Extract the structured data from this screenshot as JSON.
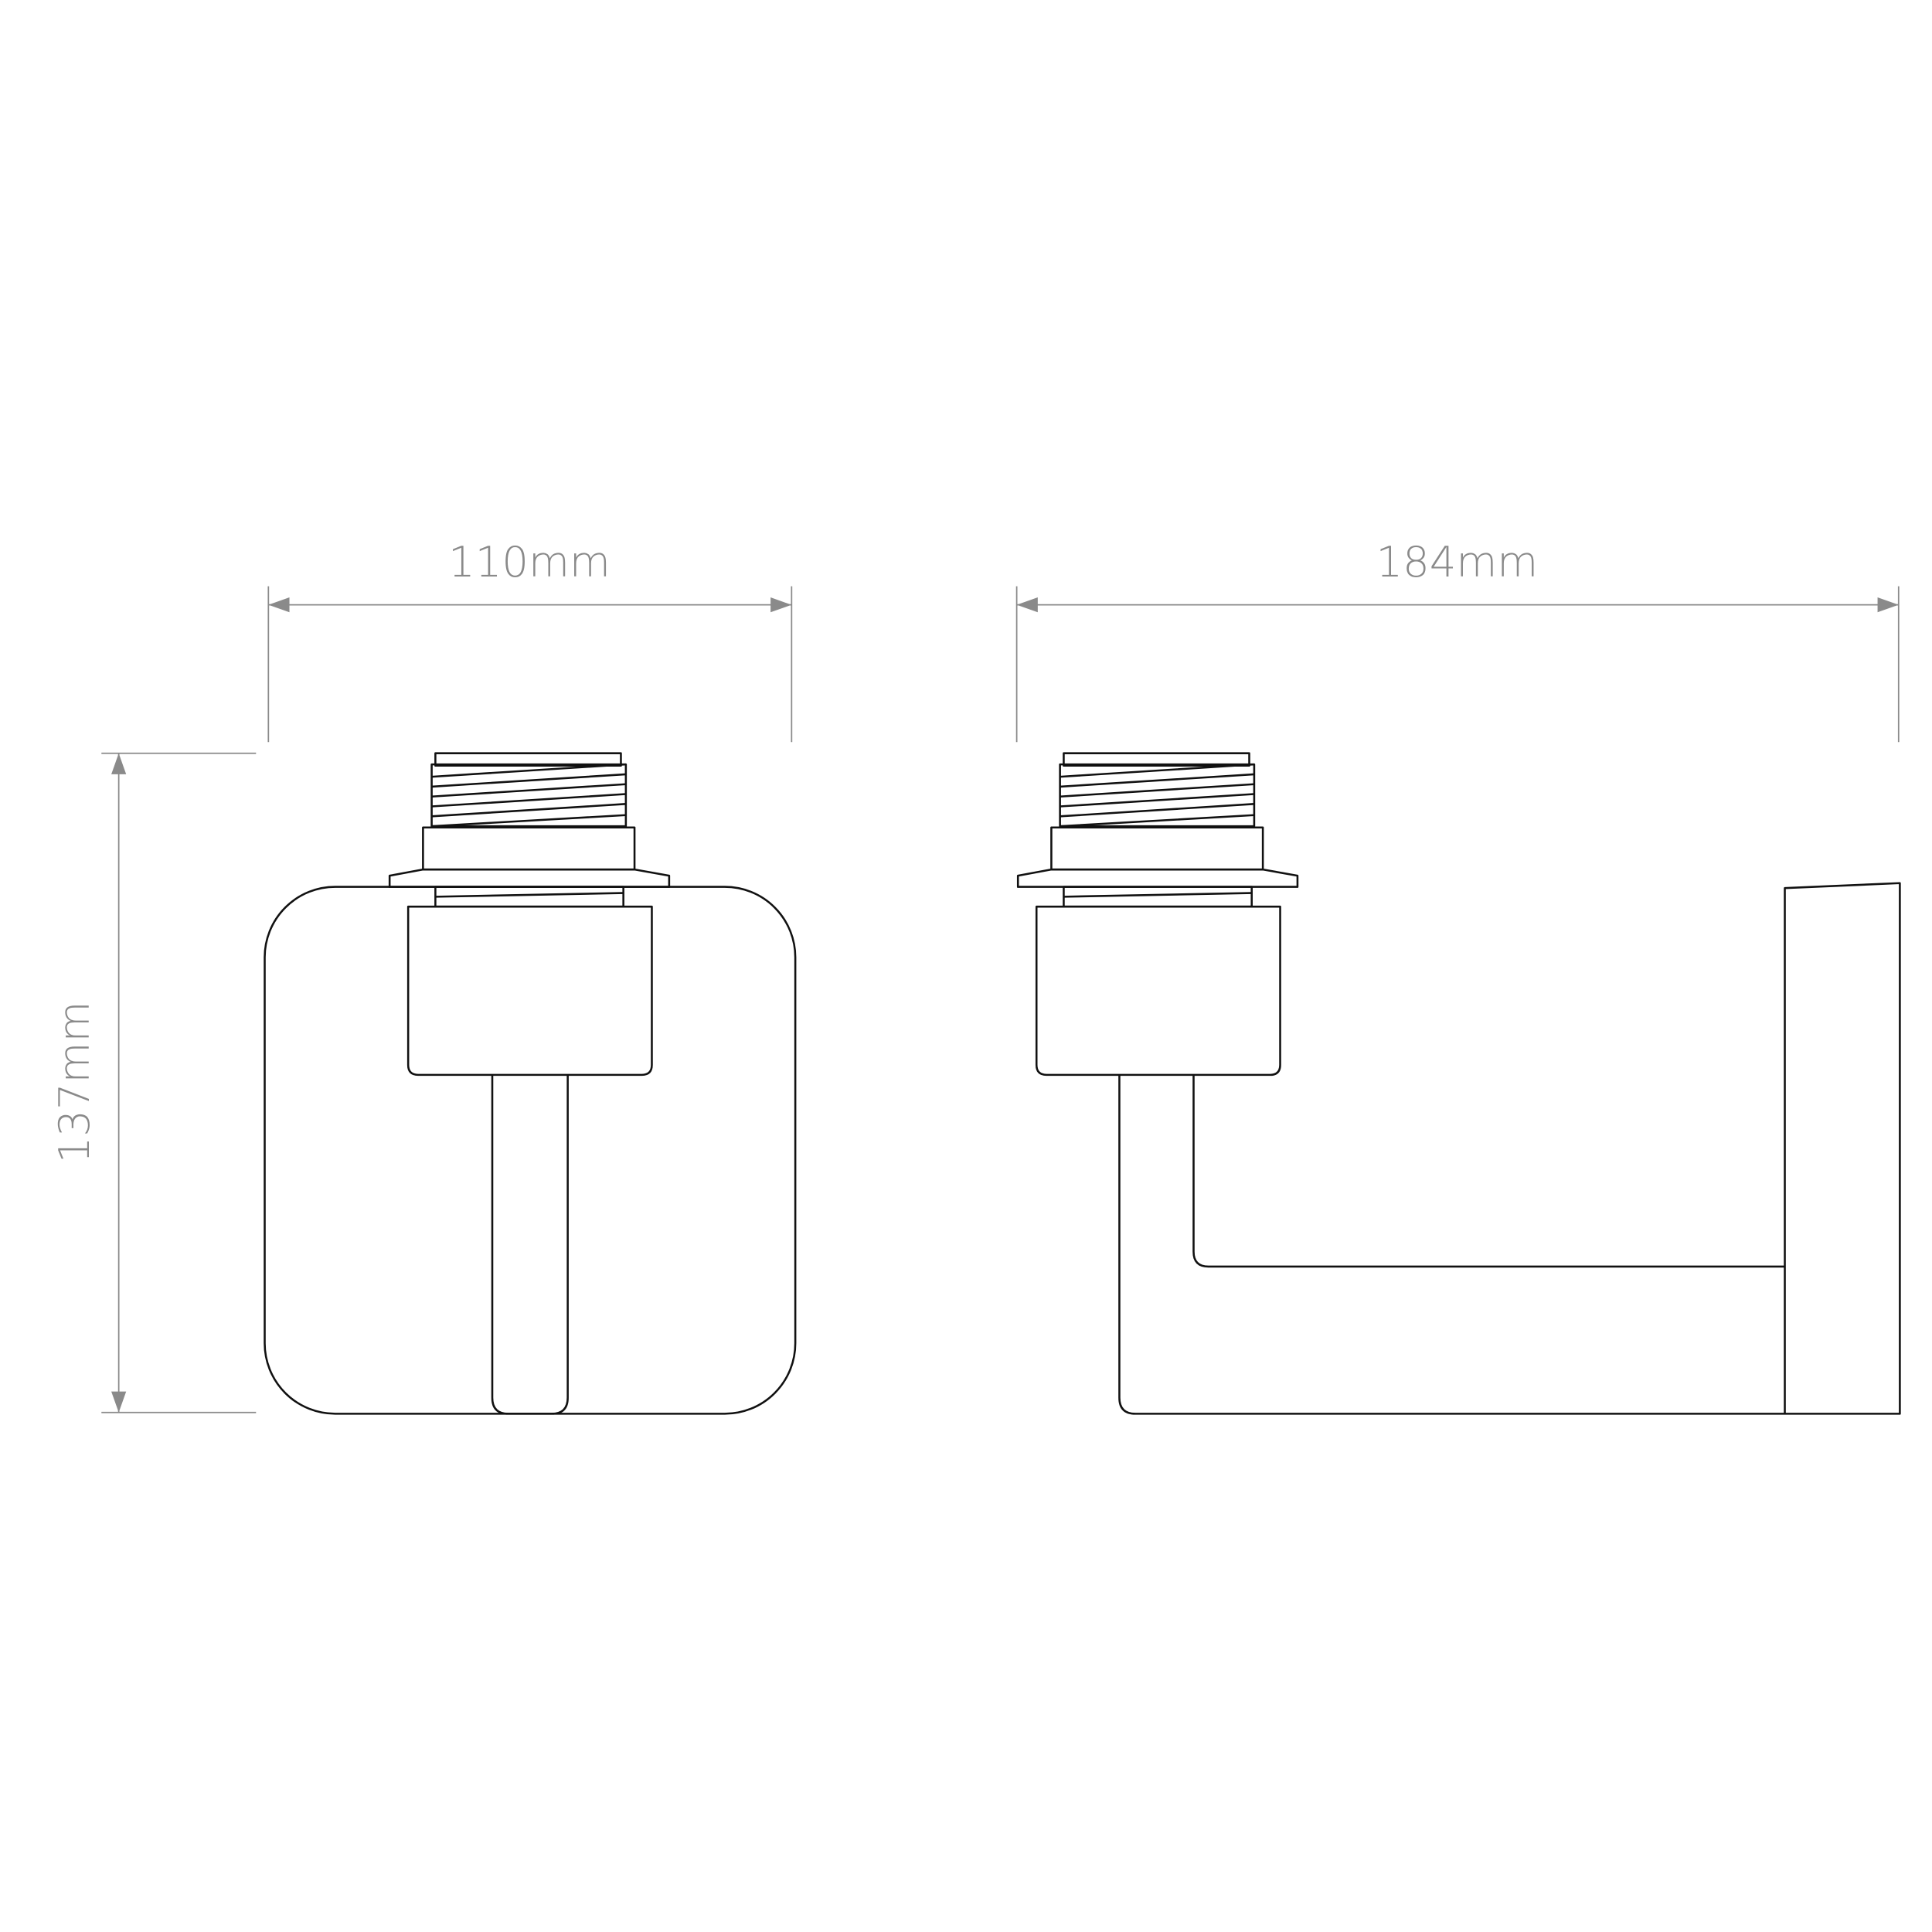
{
  "dimensions": {
    "front_width": "110mm",
    "side_width": "184mm",
    "height": "137mm"
  },
  "colors": {
    "dimension": "#8a8a8a",
    "outline": "#111111"
  }
}
